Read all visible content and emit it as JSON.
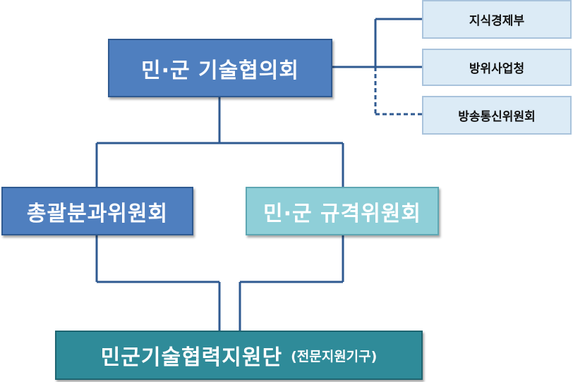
{
  "nodes": {
    "council": "민·군 기술협의회",
    "ministry_knowledge_economy": "지식경제부",
    "defense_acquisition": "방위사업청",
    "broadcasting_commission": "방송통신위원회",
    "general_subcommittee": "총괄분과위원회",
    "standards_committee": "민·군 규격위원회",
    "support_group": "민군기술협력지원단",
    "support_group_note": "(전문지원기구)"
  },
  "colors": {
    "dark_box": "#4f7fbf",
    "light_box": "#8fcfd8",
    "teal_box": "#2f8b99",
    "side_box": "#dcebf6",
    "connector": "#2f5a91"
  }
}
